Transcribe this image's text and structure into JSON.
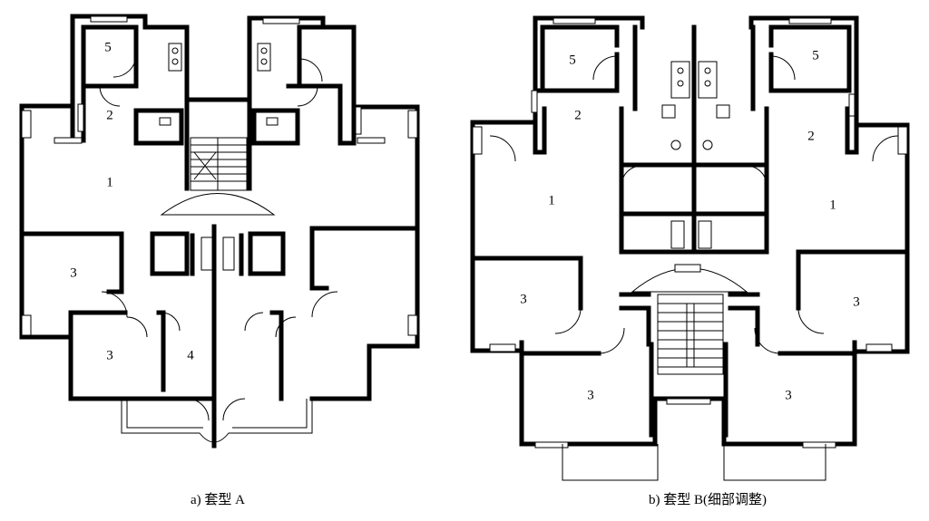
{
  "captions": {
    "plan_a": "a) 套型 A",
    "plan_b": "b) 套型 B(细部调整)"
  },
  "plan_a_rooms": [
    "5",
    "2",
    "1",
    "3",
    "3",
    "4"
  ],
  "plan_b_rooms": {
    "left": [
      "5",
      "2",
      "1",
      "3",
      "3"
    ],
    "right": [
      "5",
      "2",
      "1",
      "3",
      "3"
    ]
  }
}
